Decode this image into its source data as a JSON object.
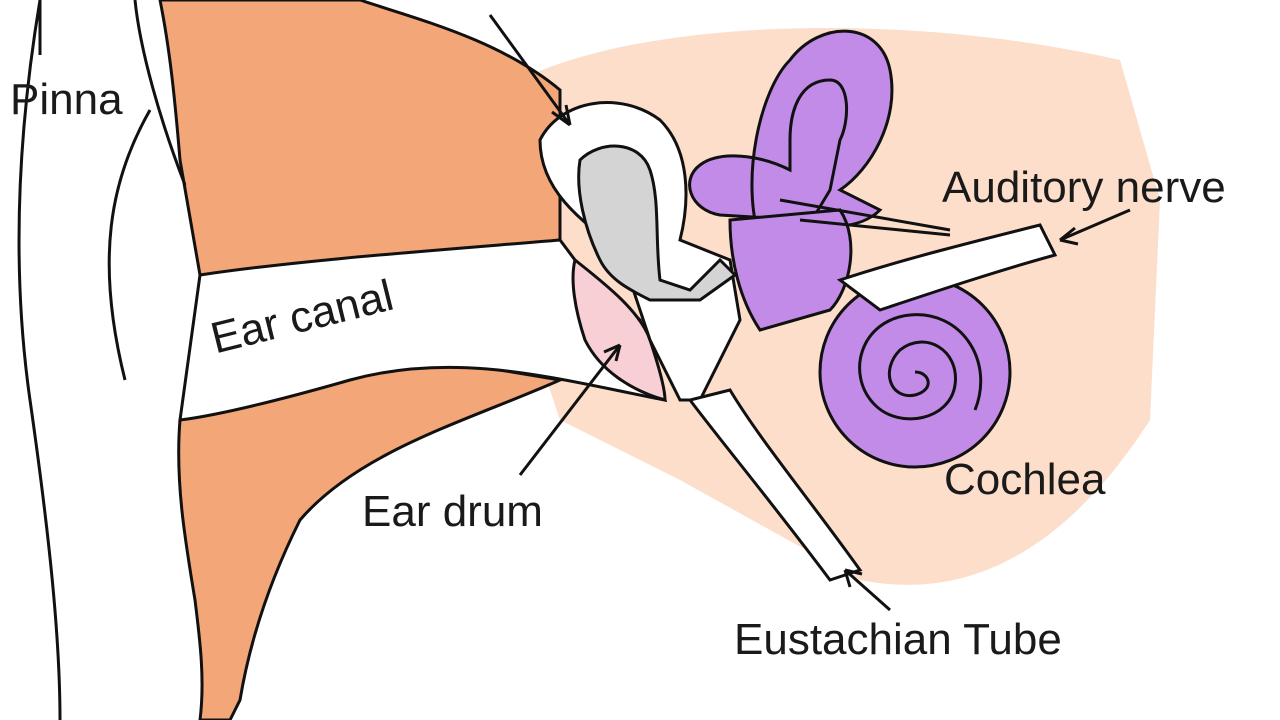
{
  "labels": {
    "pinna": "Pinna",
    "ear_canal": "Ear canal",
    "ear_drum": "Ear drum",
    "auditory_nerve": "Auditory nerve",
    "cochlea": "Cochlea",
    "eustachian_tube": "Eustachian Tube"
  },
  "colors": {
    "outer_ear": "#f3a778",
    "bone_tissue": "#fbd8c2",
    "inner_ear": "#c38be8",
    "ear_drum": "#f9cfd6",
    "ossicles": "#d4d4d4",
    "outline": "#111111"
  }
}
